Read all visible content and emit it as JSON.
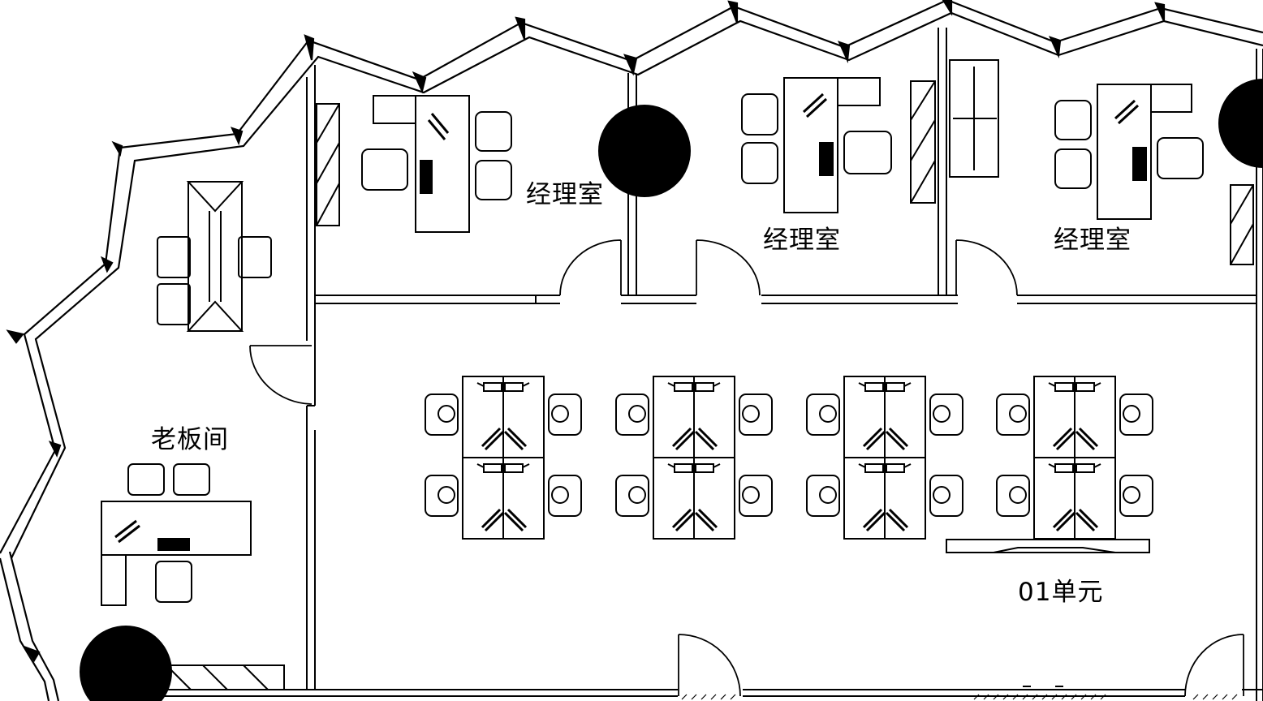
{
  "rooms": {
    "manager_room_1": "经理室",
    "manager_room_2": "经理室",
    "manager_room_3": "经理室",
    "boss_room": "老板间",
    "unit": "01单元"
  },
  "colors": {
    "line": "#000000",
    "background": "#ffffff",
    "fill": "#000000"
  }
}
